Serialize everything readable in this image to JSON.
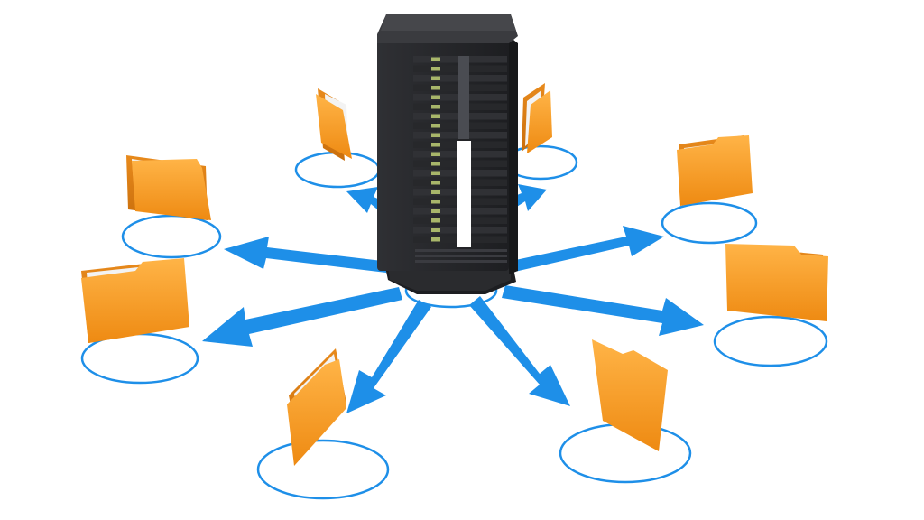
{
  "scene": {
    "background": "#ffffff",
    "colors": {
      "arrow": "#1e8fe8",
      "ring": "#1e8fe8",
      "folder_front": "#f39a1f",
      "folder_back": "#d9780f",
      "folder_shadow": "#b9610a",
      "paper": "#f3f3f3",
      "server_body": "#2a2b2e",
      "server_side": "#17181a",
      "server_top": "#3a3b3f",
      "led_green": "#a8b66a",
      "led_white": "#ffffff"
    },
    "server": {
      "icon": "server-tower-icon"
    },
    "folders": [
      {
        "id": "folder-top-left",
        "icon": "folder-icon"
      },
      {
        "id": "folder-top-right",
        "icon": "folder-icon"
      },
      {
        "id": "folder-upper-left",
        "icon": "folder-icon"
      },
      {
        "id": "folder-upper-right",
        "icon": "folder-icon"
      },
      {
        "id": "folder-mid-left",
        "icon": "folder-icon"
      },
      {
        "id": "folder-mid-right",
        "icon": "folder-icon"
      },
      {
        "id": "folder-bottom-left",
        "icon": "folder-icon"
      },
      {
        "id": "folder-bottom-right",
        "icon": "folder-icon"
      }
    ]
  }
}
